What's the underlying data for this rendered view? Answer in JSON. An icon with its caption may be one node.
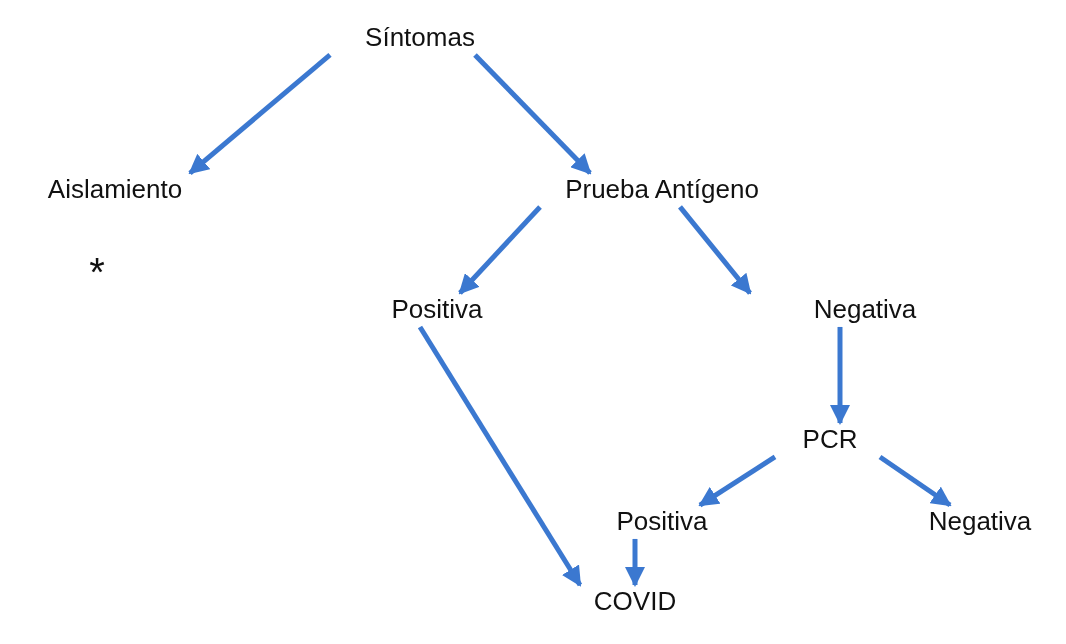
{
  "diagram": {
    "nodes": [
      {
        "text": [
          "Síntomas"
        ]
      },
      {
        "text": [
          "Aislamiento"
        ]
      },
      {
        "text": [
          "Prueba Antígeno"
        ]
      },
      {
        "text": [
          "Positiva"
        ]
      },
      {
        "text": [
          "Negativa"
        ]
      },
      {
        "text": [
          "PCR"
        ]
      },
      {
        "text": [
          "Positiva"
        ]
      },
      {
        "text": [
          "Negativa"
        ]
      },
      {
        "text": [
          "COVID"
        ]
      }
    ],
    "edges": [
      {
        "from": 0,
        "to": 1,
        "arrow": "to"
      },
      {
        "from": 0,
        "to": 2,
        "arrow": "to"
      },
      {
        "from": 2,
        "to": 3,
        "arrow": "to"
      },
      {
        "from": 2,
        "to": 4,
        "arrow": "to"
      },
      {
        "from": 4,
        "to": 5,
        "arrow": "to"
      },
      {
        "from": 5,
        "to": 6,
        "arrow": "to"
      },
      {
        "from": 5,
        "to": 7,
        "arrow": "to"
      },
      {
        "from": 3,
        "to": 8,
        "arrow": "to"
      },
      {
        "from": 6,
        "to": 8,
        "arrow": "to"
      }
    ],
    "labels": [
      "*"
    ]
  }
}
